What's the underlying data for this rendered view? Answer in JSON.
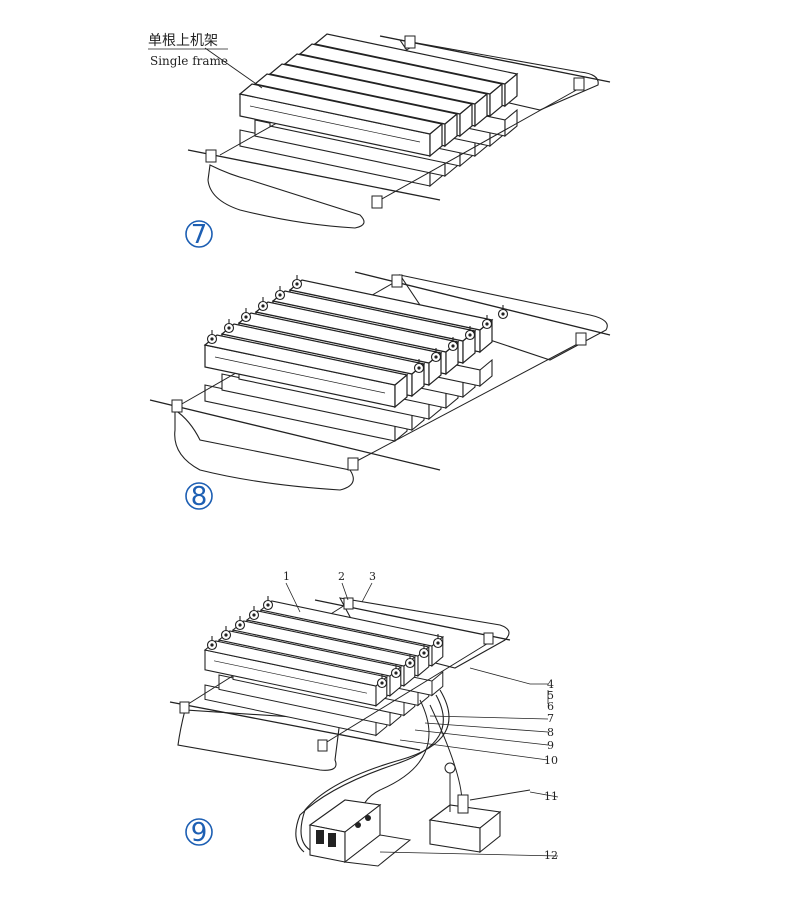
{
  "callout": {
    "label_cn": "单根上机架",
    "label_en": "Single frame"
  },
  "steps": [
    "7",
    "8",
    "9"
  ],
  "part_labels": [
    "1",
    "2",
    "3",
    "4",
    "5",
    "6",
    "7",
    "8",
    "9",
    "10",
    "11",
    "12"
  ],
  "colors": {
    "line": "#222222",
    "step_circle": "#1d5fb3"
  }
}
